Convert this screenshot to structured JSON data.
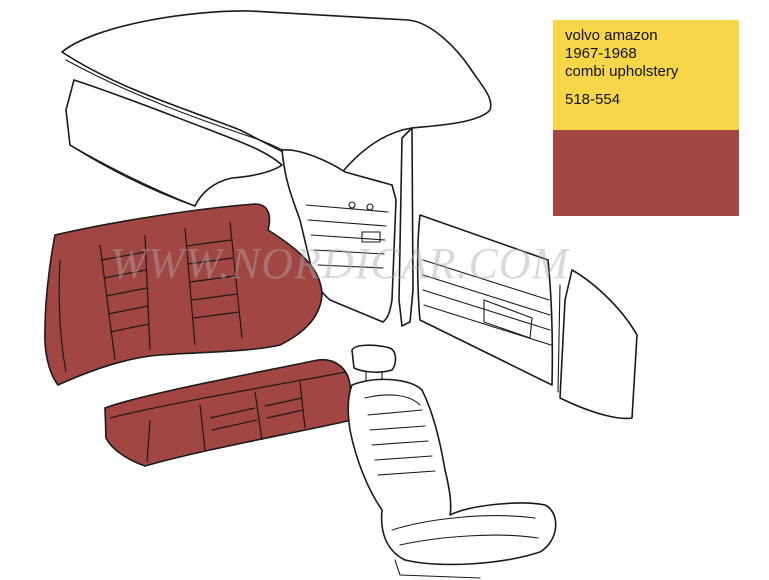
{
  "info_panel": {
    "title_lines": [
      "volvo amazon",
      "1967-1968",
      "combi upholstery"
    ],
    "part_number": "518-554",
    "header_color": "#f7d64a",
    "swatch_color": "#a24643"
  },
  "watermark": {
    "text": "WWW.NORDICAR.COM",
    "color": "#b0b0b0"
  },
  "illustration": {
    "parts": [
      "roof-liner",
      "side-panel",
      "door-panel",
      "b-pillar-trim",
      "c-pillar-panel",
      "rear-seat-backrest",
      "rear-seat-cushion",
      "front-seat",
      "headrest"
    ],
    "upholstery_color": "#a24643"
  }
}
